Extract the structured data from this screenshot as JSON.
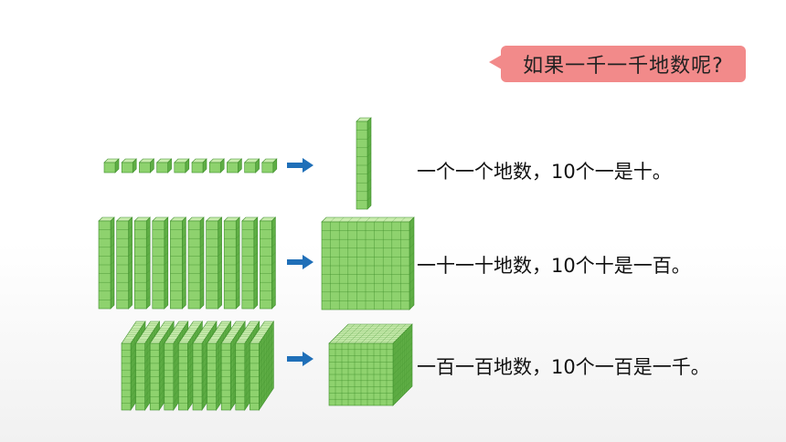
{
  "question": "如果一千一千地数呢?",
  "rows": [
    {
      "caption": "一个一个地数，10个一是十。",
      "count": 10
    },
    {
      "caption": "一十一十地数，10个十是一百。",
      "count": 10
    },
    {
      "caption": "一百一百地数，10个一百是一千。",
      "count": 10
    }
  ],
  "colors": {
    "cube_front": "#8ed26e",
    "cube_top": "#c9ecae",
    "cube_side": "#5fae45",
    "grid_line": "#3f8f2c",
    "arrow": "#1f6fb8",
    "bubble": "#f28a8a"
  }
}
